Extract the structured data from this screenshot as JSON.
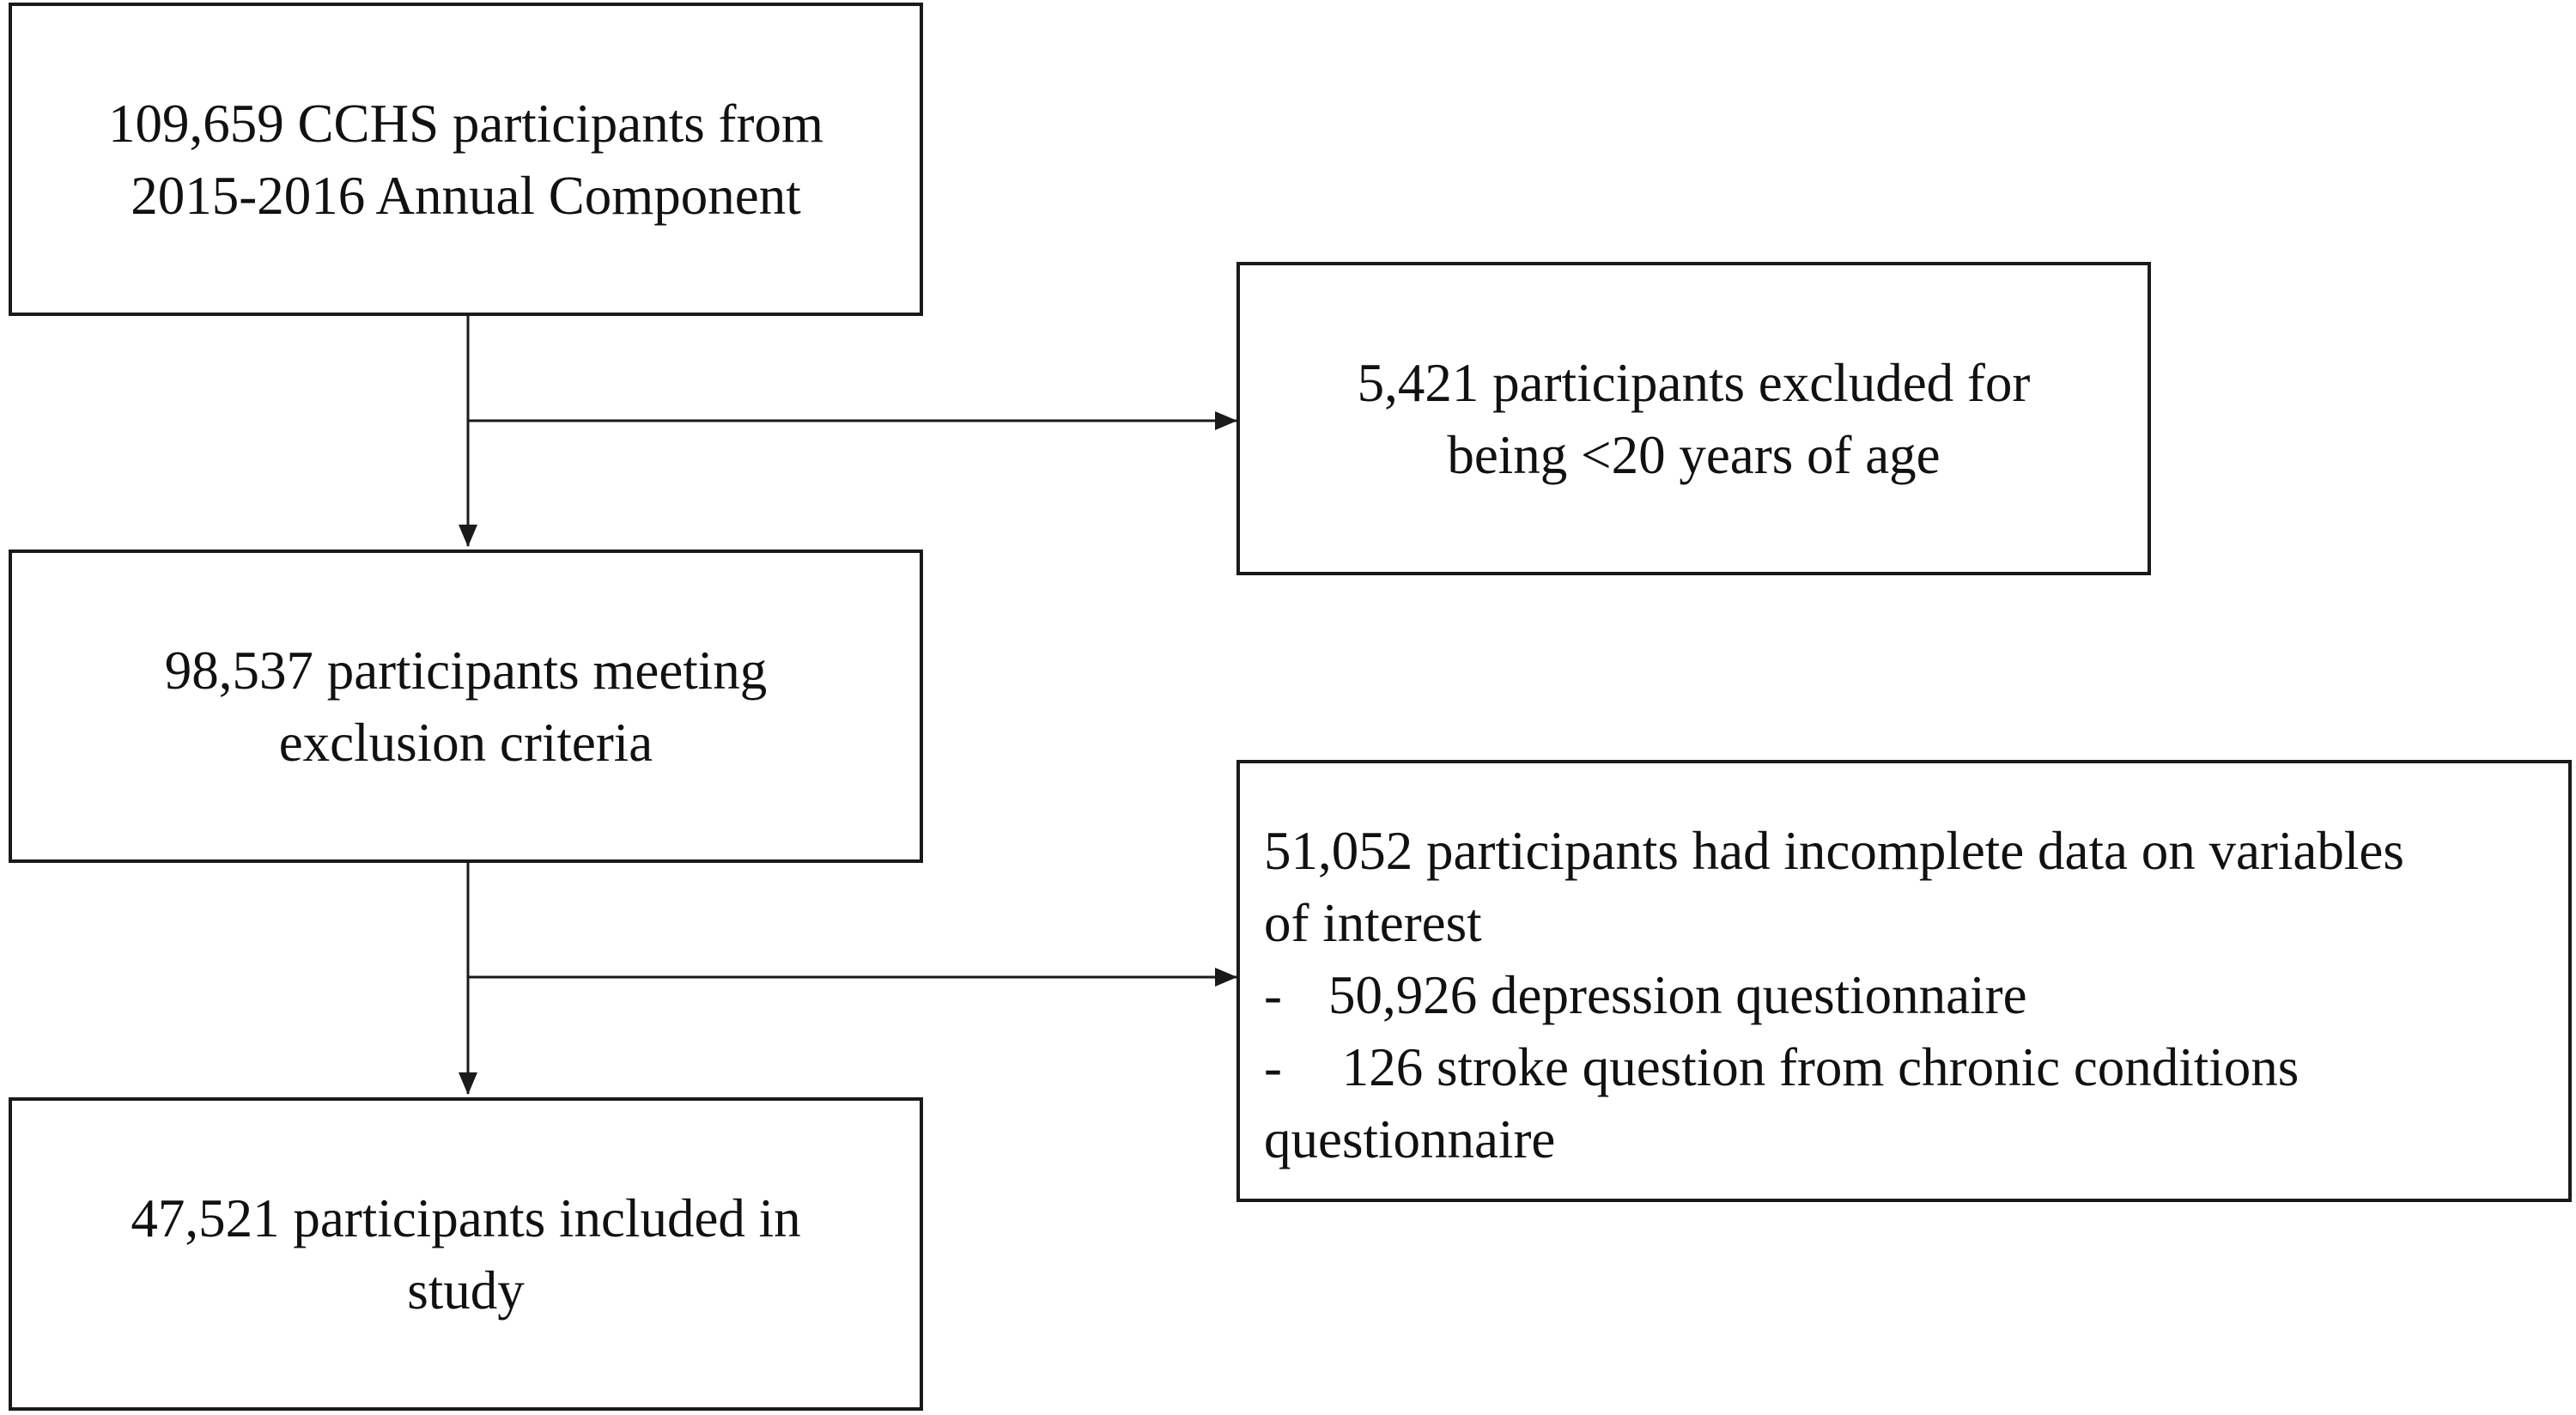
{
  "flowchart": {
    "start": {
      "lines": [
        "109,659 CCHS participants from",
        "2015-2016 Annual Component"
      ]
    },
    "exclusion_age": {
      "lines": [
        "5,421 participants excluded for",
        "being <20 years of age"
      ]
    },
    "meeting_criteria": {
      "lines": [
        "98,537 participants meeting",
        "exclusion criteria"
      ]
    },
    "exclusion_incomplete": {
      "heading_lines": [
        "51,052 participants had incomplete data on variables",
        "of interest"
      ],
      "items": [
        {
          "marker": "-",
          "text": "50,926 depression questionnaire"
        },
        {
          "marker": "-",
          "text": " 126 stroke question from chronic conditions"
        }
      ],
      "continuation": "questionnaire"
    },
    "included": {
      "lines": [
        "47,521 participants included in",
        "study"
      ]
    }
  }
}
